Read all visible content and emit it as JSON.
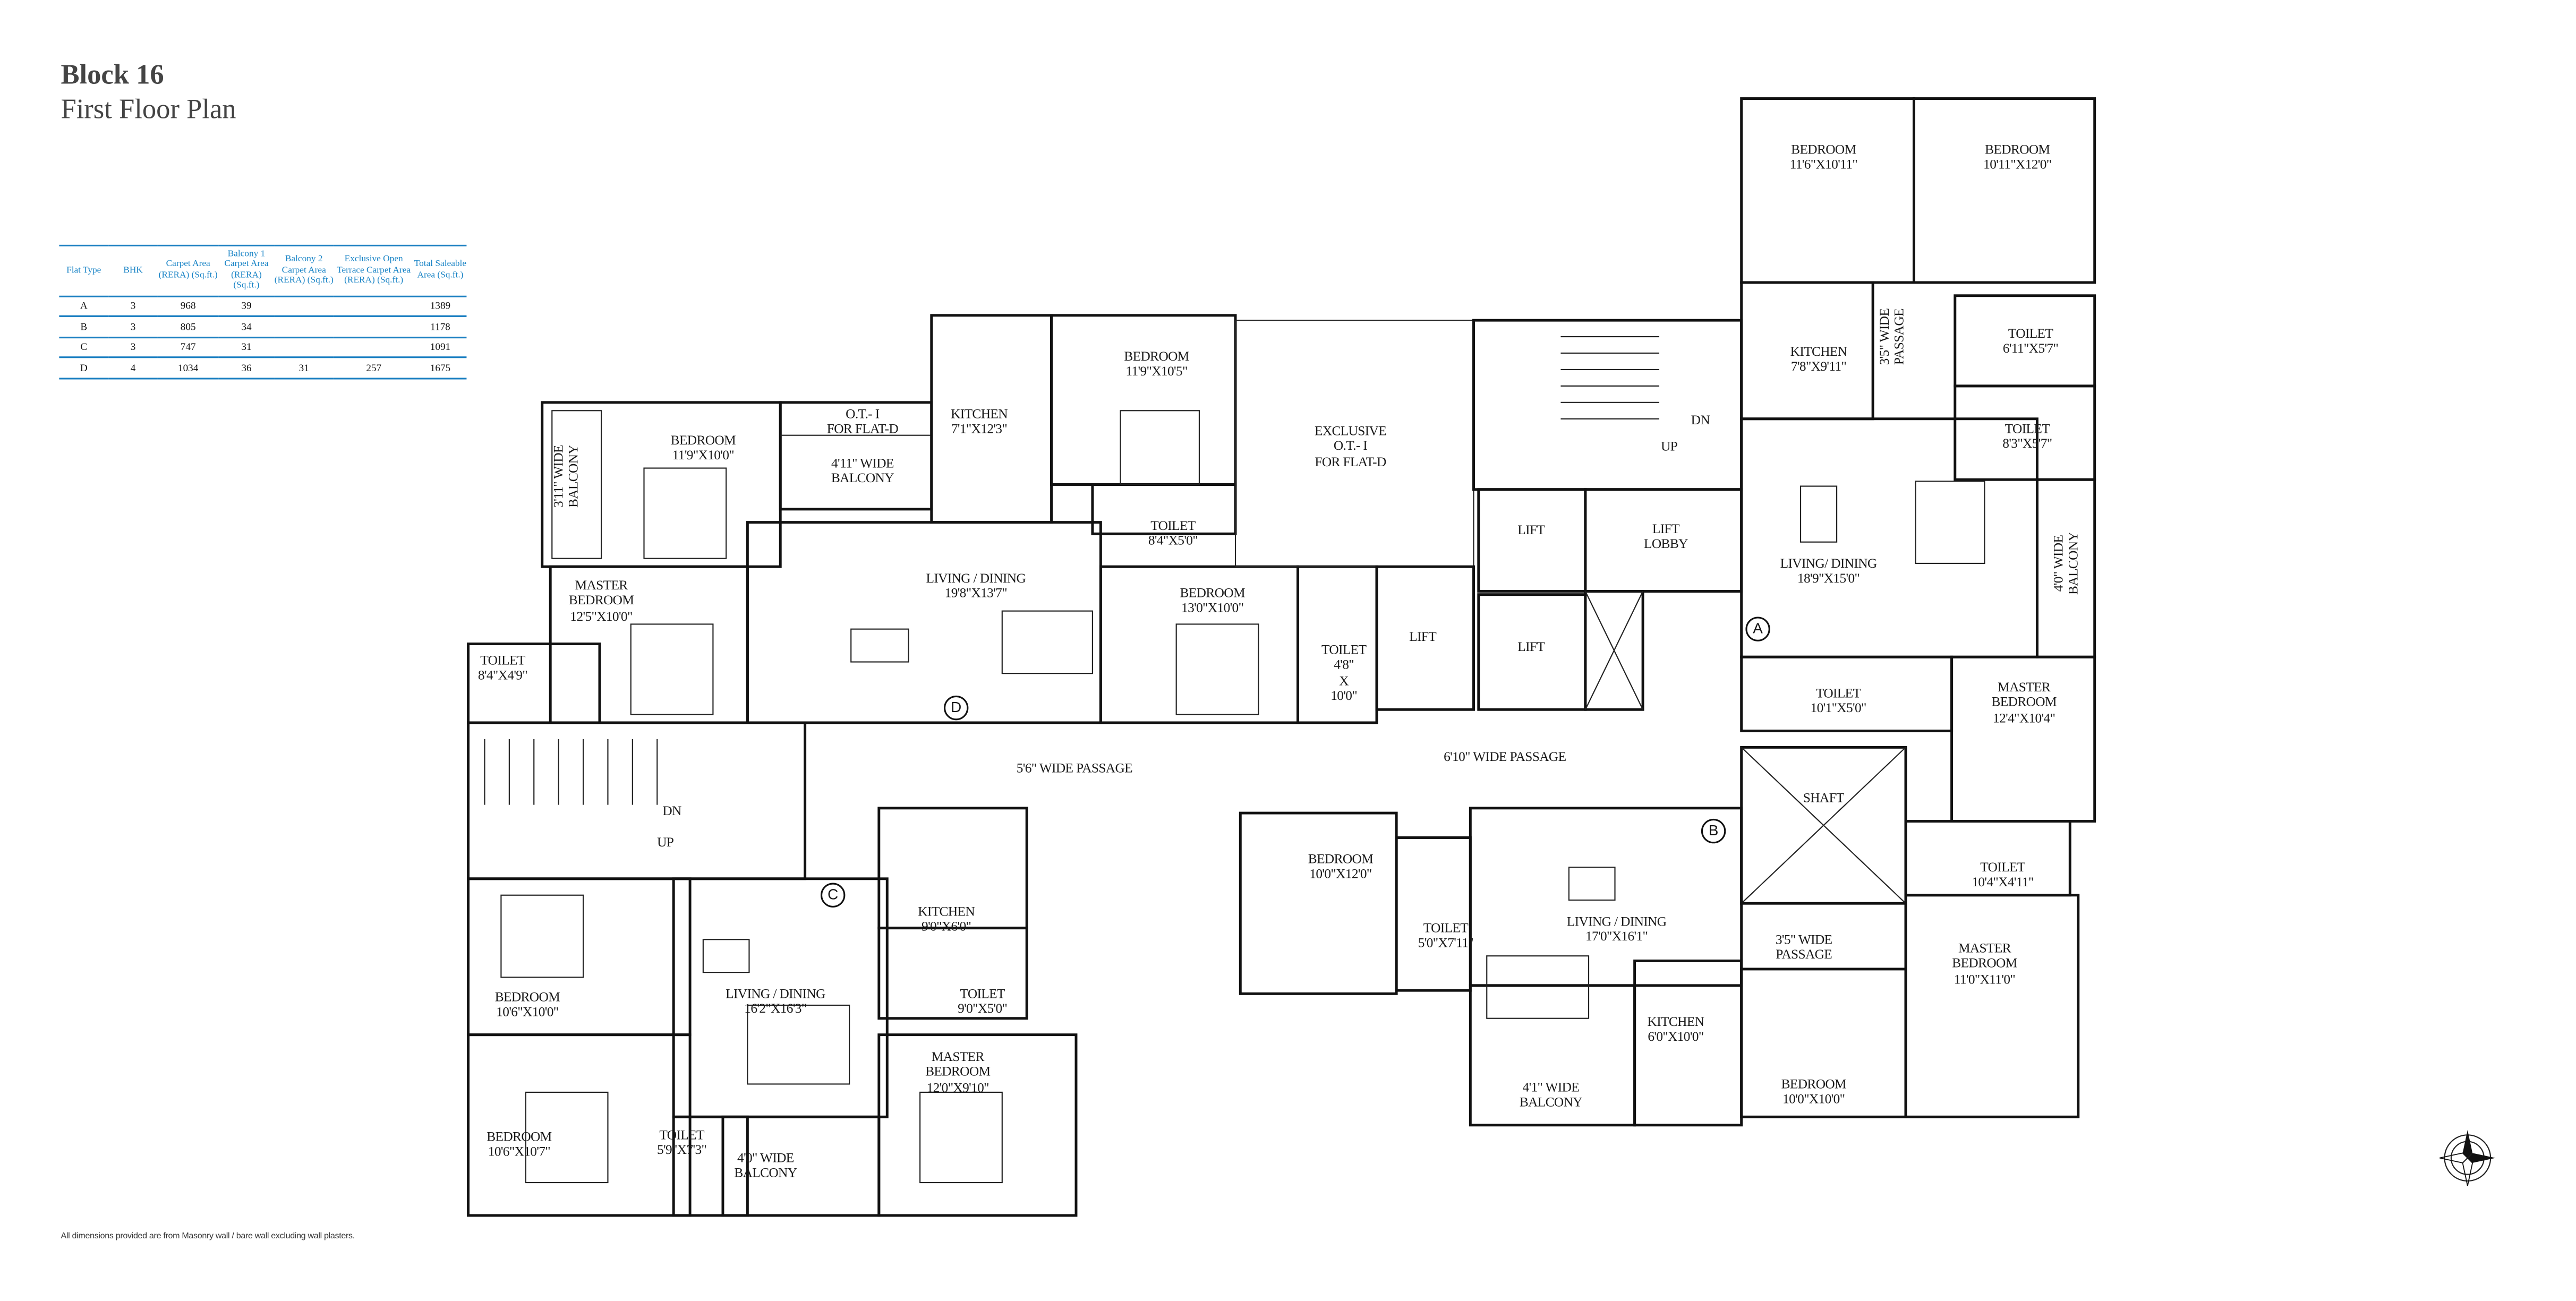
{
  "header": {
    "block": "Block 16",
    "subtitle": "First Floor Plan"
  },
  "area_table": {
    "columns": [
      "Flat Type",
      "BHK",
      "Carpet Area (RERA) (Sq.ft.)",
      "Balcony 1 Carpet Area (RERA) (Sq.ft.)",
      "Balcony 2 Carpet Area (RERA) (Sq.ft.)",
      "Exclusive Open Terrace Carpet Area (RERA) (Sq.ft.)",
      "Total Saleable Area (Sq.ft.)"
    ],
    "rows": [
      [
        "A",
        "3",
        "968",
        "39",
        "",
        "",
        "1389"
      ],
      [
        "B",
        "3",
        "805",
        "34",
        "",
        "",
        "1178"
      ],
      [
        "C",
        "3",
        "747",
        "31",
        "",
        "",
        "1091"
      ],
      [
        "D",
        "4",
        "1034",
        "36",
        "31",
        "257",
        "1675"
      ]
    ]
  },
  "flat_d": {
    "marker": "D",
    "labels": [
      [
        "3'11\" WIDE",
        "BALCONY"
      ],
      [
        "BEDROOM",
        "11'9\"X10'0\""
      ],
      [
        "O.T.- I",
        "FOR FLAT-D"
      ],
      [
        "4'11\" WIDE",
        "BALCONY"
      ],
      [
        "KITCHEN",
        "7'1\"X12'3\""
      ],
      [
        "BEDROOM",
        "11'9\"X10'5\""
      ],
      [
        "EXCLUSIVE",
        "O.T.- I",
        "FOR FLAT-D"
      ],
      [
        "TOILET",
        "8'4\"X5'0\""
      ],
      [
        "LIVING / DINING",
        "19'8\"X13'7\""
      ],
      [
        "MASTER",
        "BEDROOM",
        "12'5\"X10'0\""
      ],
      [
        "TOILET",
        "8'4\"X4'9\""
      ],
      [
        "BEDROOM",
        "13'0\"X10'0\""
      ],
      [
        "TOILET",
        "4'8\"",
        "X",
        "10'0\""
      ]
    ]
  },
  "core": {
    "labels": [
      [
        "LIFT"
      ],
      [
        "LIFT",
        "LOBBY"
      ],
      [
        "LIFT"
      ],
      [
        "LIFT"
      ],
      [
        "UP"
      ],
      [
        "DN"
      ],
      [
        "DN"
      ],
      [
        "UP"
      ],
      [
        "5'6\" WIDE PASSAGE"
      ],
      [
        "6'10\" WIDE PASSAGE"
      ]
    ]
  },
  "flat_a": {
    "marker": "A",
    "labels": [
      [
        "BEDROOM",
        "11'6\"X10'11\""
      ],
      [
        "BEDROOM",
        "10'11\"X12'0\""
      ],
      [
        "KITCHEN",
        "7'8\"X9'11\""
      ],
      [
        "3'5\" WIDE",
        "PASSAGE"
      ],
      [
        "TOILET",
        "6'11\"X5'7\""
      ],
      [
        "TOILET",
        "8'3\"X5'7\""
      ],
      [
        "LIVING/ DINING",
        "18'9\"X15'0\""
      ],
      [
        "4'0\" WIDE",
        "BALCONY"
      ],
      [
        "TOILET",
        "10'1\"X5'0\""
      ],
      [
        "MASTER",
        "BEDROOM",
        "12'4\"X10'4\""
      ],
      [
        "SHAFT"
      ]
    ]
  },
  "flat_b": {
    "marker": "B",
    "labels": [
      [
        "TOILET",
        "10'4\"X4'11\""
      ],
      [
        "MASTER",
        "BEDROOM",
        "11'0\"X11'0\""
      ],
      [
        "3'5\" WIDE",
        "PASSAGE"
      ],
      [
        "BEDROOM",
        "10'0\"X10'0\""
      ],
      [
        "KITCHEN",
        "6'0\"X10'0\""
      ],
      [
        "4'1\" WIDE",
        "BALCONY"
      ],
      [
        "LIVING / DINING",
        "17'0\"X16'1\""
      ],
      [
        "TOILET",
        "5'0\"X7'11\""
      ],
      [
        "BEDROOM",
        "10'0\"X12'0\""
      ]
    ]
  },
  "flat_c": {
    "marker": "C",
    "labels": [
      [
        "KITCHEN",
        "9'0\"X6'0\""
      ],
      [
        "TOILET",
        "9'0\"X5'0\""
      ],
      [
        "LIVING / DINING",
        "16'2\"X16'3\""
      ],
      [
        "MASTER",
        "BEDROOM",
        "12'0\"X9'10\""
      ],
      [
        "BEDROOM",
        "10'6\"X10'0\""
      ],
      [
        "BEDROOM",
        "10'6\"X10'7\""
      ],
      [
        "TOILET",
        "5'9\"X7'3\""
      ],
      [
        "4'0\" WIDE",
        "BALCONY"
      ]
    ]
  },
  "footnote": "All dimensions provided are from Masonry wall / bare wall excluding wall plasters.",
  "colors": {
    "table_accent": "#1a7fc1",
    "ink": "#111111"
  },
  "icons": {
    "compass": "north-compass-icon"
  }
}
